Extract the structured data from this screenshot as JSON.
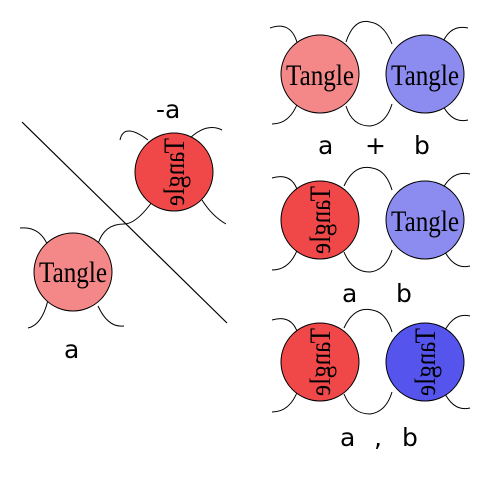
{
  "tangle_word": "Tangle",
  "colors": {
    "light_red": "#f48888",
    "red": "#f04848",
    "light_blue": "#8c8cf0",
    "blue": "#5555ee"
  },
  "left_panel": {
    "tangle_a_label": "a",
    "mirrored_label": "-a"
  },
  "right_panel": {
    "sum_row": {
      "left": "a",
      "operator": "+",
      "right": "b"
    },
    "product_row": {
      "left": "a",
      "right": "b"
    },
    "comma_row": {
      "left": "a",
      "separator": ",",
      "right": "b"
    }
  }
}
